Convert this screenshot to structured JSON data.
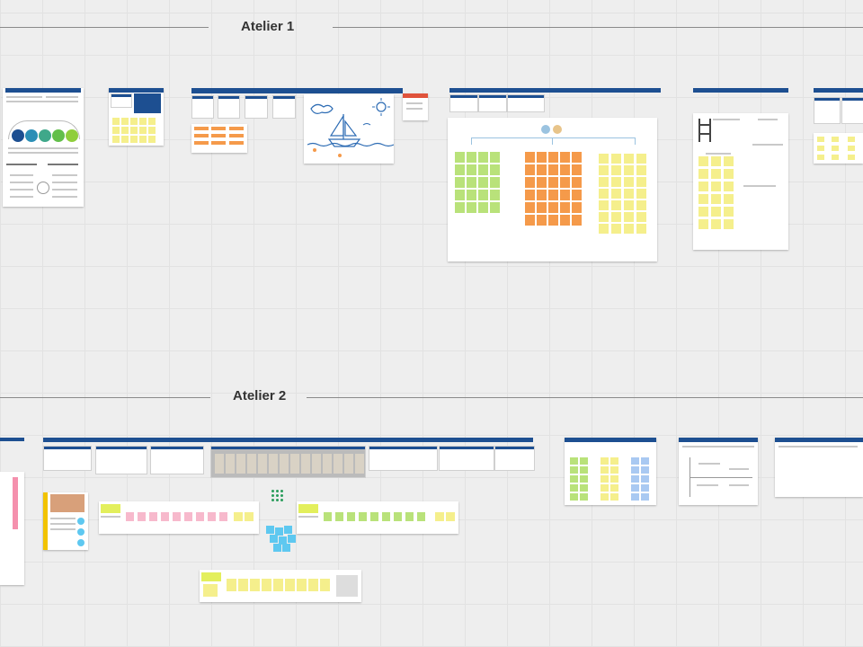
{
  "sections": [
    {
      "id": "atelier-1",
      "title": "Atelier 1"
    },
    {
      "id": "atelier-2",
      "title": "Atelier 2"
    }
  ],
  "colors": {
    "frame_header": "#1d4f91",
    "sticky_yellow": "#f5ef8c",
    "sticky_green": "#b9e27a",
    "sticky_orange": "#f59a4a",
    "sticky_pink": "#f7b9cc",
    "sticky_blue": "#a9c9f2",
    "sticky_cyan": "#5ec8f0",
    "grid": "#e2e2e2",
    "canvas": "#eeeeee"
  },
  "icons": [
    "sailboat-illustration",
    "sun-icon",
    "cloud-icon",
    "avatar-icon"
  ]
}
